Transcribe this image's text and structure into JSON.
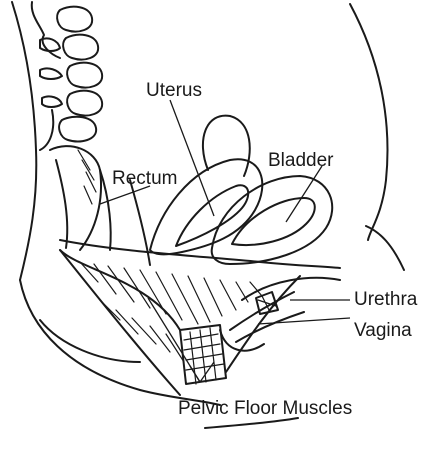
{
  "labels": {
    "uterus": "Uterus",
    "bladder": "Bladder",
    "rectum": "Rectum",
    "urethra": "Urethra",
    "vagina": "Vagina",
    "pelvic_floor": "Pelvic Floor Muscles"
  },
  "colors": {
    "ink": "#1a1a1a",
    "background": "#ffffff"
  }
}
